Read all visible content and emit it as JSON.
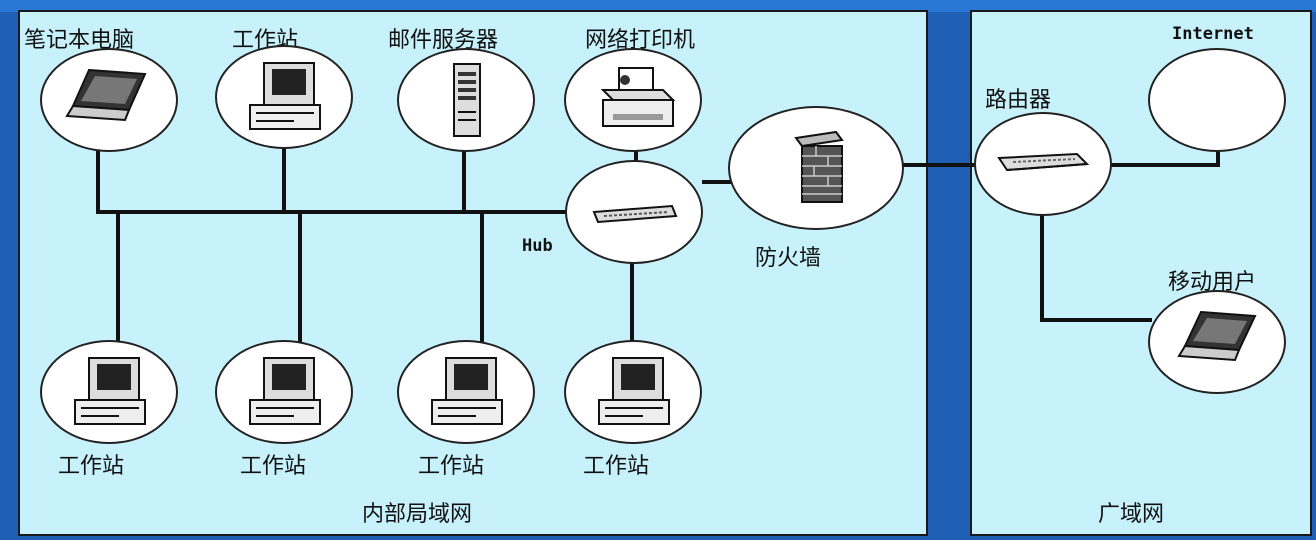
{
  "regions": {
    "lan_label": "内部局域网",
    "wan_label": "广域网"
  },
  "nodes": {
    "laptop": {
      "label": "笔记本电脑",
      "icon": "laptop-icon"
    },
    "top_workstation": {
      "label": "工作站",
      "icon": "workstation-icon"
    },
    "mail_server": {
      "label": "邮件服务器",
      "icon": "server-icon"
    },
    "printer": {
      "label": "网络打印机",
      "icon": "printer-icon"
    },
    "hub": {
      "label": "Hub",
      "icon": "hub-icon"
    },
    "firewall": {
      "label": "防火墙",
      "icon": "firewall-icon"
    },
    "router": {
      "label": "路由器",
      "icon": "router-icon"
    },
    "internet": {
      "label": "Internet",
      "icon": "cloud-icon"
    },
    "mobile_user": {
      "label": "移动用户",
      "icon": "laptop-icon"
    },
    "bottom_workstations": [
      {
        "label": "工作站"
      },
      {
        "label": "工作站"
      },
      {
        "label": "工作站"
      },
      {
        "label": "工作站"
      }
    ]
  },
  "colors": {
    "background": "#1f5fb4",
    "panel": "#c8f2fb",
    "line": "#111111"
  }
}
